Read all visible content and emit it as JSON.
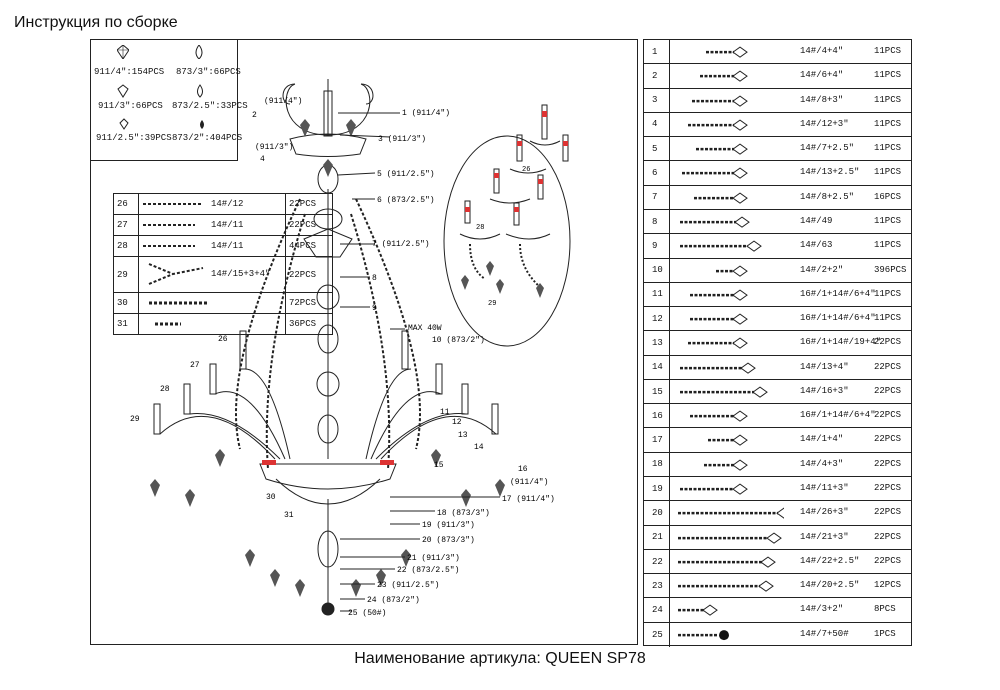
{
  "header": {
    "title": "Инструкция по сборке"
  },
  "footer": {
    "article": "Наименование артикула: QUEEN SP78"
  },
  "legend": [
    {
      "text": "911/4\":154PCS"
    },
    {
      "text": "873/3\":66PCS"
    },
    {
      "text": "911/3\":66PCS"
    },
    {
      "text": "873/2.5\":33PCS"
    },
    {
      "text": "911/2.5\":39PCS"
    },
    {
      "text": "873/2\":404PCS"
    }
  ],
  "small_table": [
    {
      "num": "26",
      "spec": "14#/12",
      "qty": "22PCS"
    },
    {
      "num": "27",
      "spec": "14#/11",
      "qty": "22PCS"
    },
    {
      "num": "28",
      "spec": "14#/11",
      "qty": "44PCS"
    },
    {
      "num": "29",
      "spec": "14#/15+3+4\"",
      "qty": "22PCS"
    },
    {
      "num": "30",
      "spec": "",
      "qty": "72PCS"
    },
    {
      "num": "31",
      "spec": "",
      "qty": "36PCS"
    }
  ],
  "parts_table": [
    {
      "num": "1",
      "spec": "14#/4+4\"",
      "qty": "11PCS"
    },
    {
      "num": "2",
      "spec": "14#/6+4\"",
      "qty": "11PCS"
    },
    {
      "num": "3",
      "spec": "14#/8+3\"",
      "qty": "11PCS"
    },
    {
      "num": "4",
      "spec": "14#/12+3\"",
      "qty": "11PCS"
    },
    {
      "num": "5",
      "spec": "14#/7+2.5\"",
      "qty": "11PCS"
    },
    {
      "num": "6",
      "spec": "14#/13+2.5\"",
      "qty": "11PCS"
    },
    {
      "num": "7",
      "spec": "14#/8+2.5\"",
      "qty": "16PCS"
    },
    {
      "num": "8",
      "spec": "14#/49",
      "qty": "11PCS"
    },
    {
      "num": "9",
      "spec": "14#/63",
      "qty": "11PCS"
    },
    {
      "num": "10",
      "spec": "14#/2+2\"",
      "qty": "396PCS"
    },
    {
      "num": "11",
      "spec": "16#/1+14#/6+4\"",
      "qty": "11PCS"
    },
    {
      "num": "12",
      "spec": "16#/1+14#/6+4\"",
      "qty": "11PCS"
    },
    {
      "num": "13",
      "spec": "16#/1+14#/19+4\"",
      "qty": "22PCS"
    },
    {
      "num": "14",
      "spec": "14#/13+4\"",
      "qty": "22PCS"
    },
    {
      "num": "15",
      "spec": "14#/16+3\"",
      "qty": "22PCS"
    },
    {
      "num": "16",
      "spec": "16#/1+14#/6+4\"",
      "qty": "22PCS"
    },
    {
      "num": "17",
      "spec": "14#/1+4\"",
      "qty": "22PCS"
    },
    {
      "num": "18",
      "spec": "14#/4+3\"",
      "qty": "22PCS"
    },
    {
      "num": "19",
      "spec": "14#/11+3\"",
      "qty": "22PCS"
    },
    {
      "num": "20",
      "spec": "14#/26+3\"",
      "qty": "22PCS"
    },
    {
      "num": "21",
      "spec": "14#/21+3\"",
      "qty": "22PCS"
    },
    {
      "num": "22",
      "spec": "14#/22+2.5\"",
      "qty": "22PCS"
    },
    {
      "num": "23",
      "spec": "14#/20+2.5\"",
      "qty": "12PCS"
    },
    {
      "num": "24",
      "spec": "14#/3+2\"",
      "qty": "8PCS"
    },
    {
      "num": "25",
      "spec": "14#/7+50#",
      "qty": "1PCS"
    }
  ],
  "callouts": {
    "c1": "1 (911/4\")",
    "c2": "2",
    "c3": "3 (911/3\")",
    "c4": "4",
    "c911_4": "(911/4\")",
    "c911_3": "(911/3\")",
    "c5": "5 (911/2.5\")",
    "c6": "6 (873/2.5\")",
    "c7": "7 (911/2.5\")",
    "c8": "8",
    "c9": "9",
    "cmax": "MAX 40W",
    "c10": "10 (873/2\")",
    "c11": "11",
    "c12": "12",
    "c13": "13",
    "c14": "14",
    "c15": "15",
    "c16": "16",
    "c16b": "(911/4\")",
    "c17": "17 (911/4\")",
    "c18": "18 (873/3\")",
    "c19": "19 (911/3\")",
    "c20": "20 (873/3\")",
    "c21": "21 (911/3\")",
    "c22": "22 (873/2.5\")",
    "c23": "23 (911/2.5\")",
    "c24": "24 (873/2\")",
    "c25": "25 (50#)",
    "c26": "26",
    "c27": "27",
    "c28": "28",
    "c29": "29",
    "c30": "30",
    "c31": "31",
    "d26": "26",
    "d28": "28",
    "d29": "29"
  }
}
